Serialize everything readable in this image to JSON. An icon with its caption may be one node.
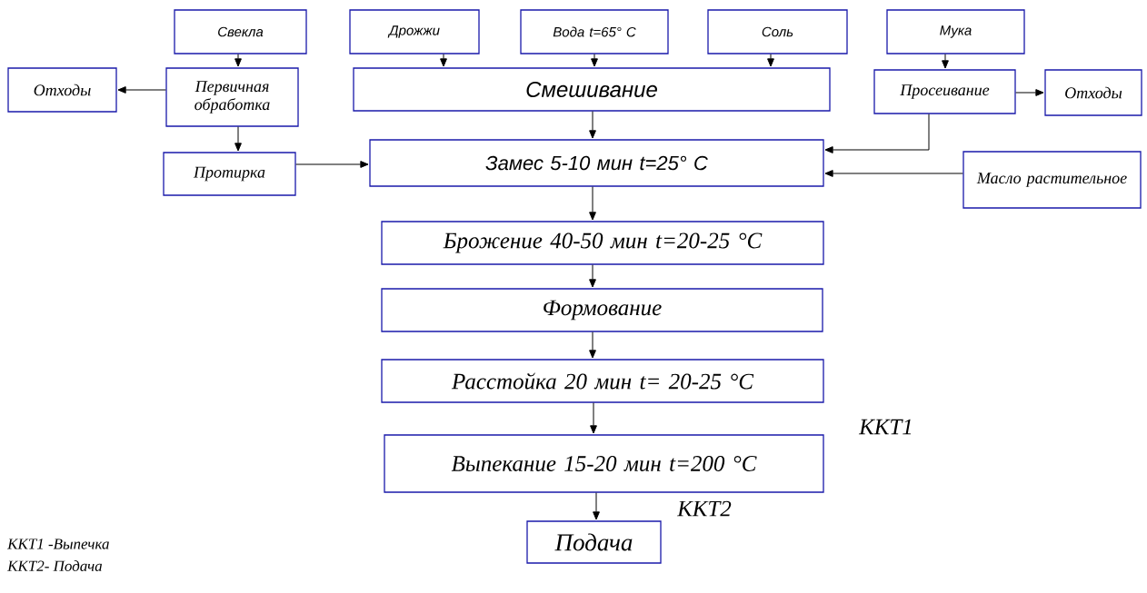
{
  "diagram": {
    "nodes": [
      {
        "text": [
          "Свекла"
        ]
      },
      {
        "text": [
          "Дрожжи"
        ]
      },
      {
        "text": [
          "Вода t=65° C"
        ]
      },
      {
        "text": [
          "Соль"
        ]
      },
      {
        "text": [
          "Мука"
        ]
      },
      {
        "text": [
          "Отходы"
        ]
      },
      {
        "text": [
          "Первичная обработка"
        ]
      },
      {
        "text": [
          "Смешивание"
        ]
      },
      {
        "text": [
          "Просеивание"
        ]
      },
      {
        "text": [
          "Отходы"
        ]
      },
      {
        "text": [
          "Протирка"
        ]
      },
      {
        "text": [
          "Замес 5-10 мин t=25° C"
        ]
      },
      {
        "text": [
          "Масло растительное"
        ]
      },
      {
        "text": [
          "Брожение 40-50 мин t=20-25 °C"
        ]
      },
      {
        "text": [
          "Формование"
        ]
      },
      {
        "text": [
          "Расстойка 20 мин t= 20-25 °C"
        ]
      },
      {
        "text": [
          "Выпекание 15-20 мин t=200 °C"
        ],
        "beside": [
          "ККТ1"
        ]
      },
      {
        "text": [
          "Подача"
        ]
      }
    ],
    "edges": [
      {
        "from": 0,
        "to": 6,
        "arrow": "to"
      },
      {
        "from": 6,
        "to": 5,
        "arrow": "to"
      },
      {
        "from": 6,
        "to": 10,
        "arrow": "to"
      },
      {
        "from": 10,
        "to": 11,
        "arrow": "to"
      },
      {
        "from": 1,
        "to": 7,
        "arrow": "to"
      },
      {
        "from": 2,
        "to": 7,
        "arrow": "to"
      },
      {
        "from": 3,
        "to": 7,
        "arrow": "to"
      },
      {
        "from": 7,
        "to": 11,
        "arrow": "to"
      },
      {
        "from": 4,
        "to": 8,
        "arrow": "to"
      },
      {
        "from": 8,
        "to": 9,
        "arrow": "to"
      },
      {
        "from": 8,
        "to": 11,
        "arrow": "to"
      },
      {
        "from": 12,
        "to": 11,
        "arrow": "to"
      },
      {
        "from": 11,
        "to": 13,
        "arrow": "to"
      },
      {
        "from": 13,
        "to": 14,
        "arrow": "to"
      },
      {
        "from": 14,
        "to": 15,
        "arrow": "to"
      },
      {
        "from": 15,
        "to": 16,
        "arrow": "to"
      },
      {
        "from": 16,
        "to": 17,
        "arrow": "to"
      }
    ],
    "labels": [
      "ККТ2",
      "ККТ1 -Выпечка",
      "ККТ2- Подача"
    ]
  }
}
